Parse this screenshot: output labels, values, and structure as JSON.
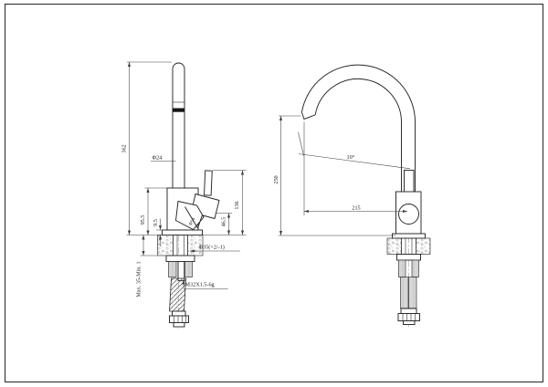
{
  "sheet": {
    "background": "#ffffff",
    "border_color": "#262626",
    "line_color": "#262626",
    "hatch_color": "#8f8f8f"
  },
  "front_view": {
    "dim_total_height": "362",
    "dim_spout_tube_diameter": "Φ24",
    "dim_body_height": "95.5",
    "dim_base_plate_thickness": "9.5",
    "dim_valve_body_diameter": "Φ54",
    "dim_handle_offset": "46.5",
    "dim_handle_top_height": "136",
    "dim_mounting_thickness_range": "Max. 35-Min. 1",
    "dim_mounting_hole_diameter": "Φ35(+2/-1)",
    "dim_shank_thread": "M32X1.5-6g"
  },
  "side_view": {
    "dim_spout_outlet_height": "250",
    "dim_spout_tilt_angle": "10°",
    "dim_spout_reach": "215"
  }
}
